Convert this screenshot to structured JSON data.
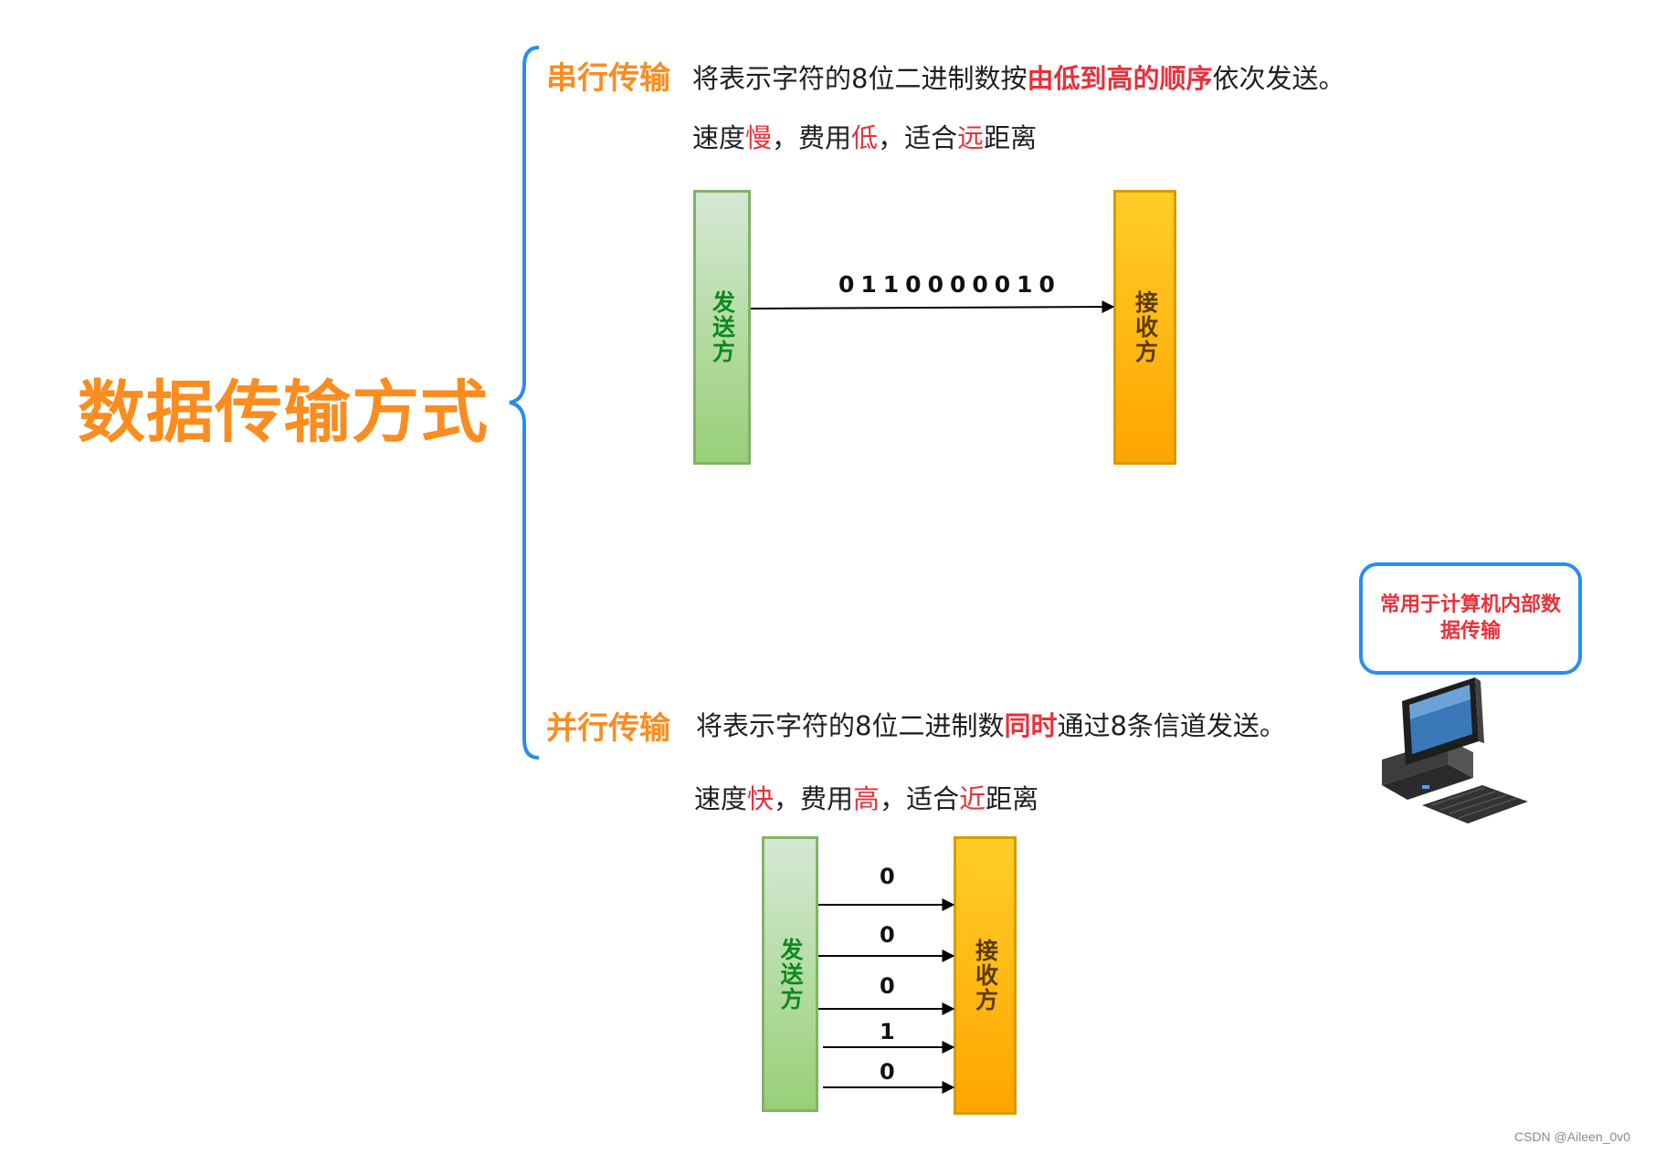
{
  "title": "数据传输方式",
  "serial": {
    "title": "串行传输",
    "desc_a": "将表示字符的8位二进制数按",
    "desc_hl": "由低到高的顺序",
    "desc_b": "依次发送。",
    "props": [
      "速度",
      "慢",
      "，费用",
      "低",
      "，适合",
      "远",
      "距离"
    ],
    "sender": "发送方",
    "receiver": "接收方",
    "bits": "0110000010"
  },
  "parallel": {
    "title": "并行传输",
    "desc_a": "将表示字符的8位二进制数",
    "desc_hl": "同时",
    "desc_b": "通过8条信道发送。",
    "props": [
      "速度",
      "快",
      "，费用",
      "高",
      "，适合",
      "近",
      "距离"
    ],
    "sender": "发送方",
    "receiver": "接收方",
    "bits": [
      "0",
      "0",
      "0",
      "1",
      "0"
    ]
  },
  "note": "常用于计算机内部数据传输",
  "credit": "CSDN @Aileen_0v0",
  "colors": {
    "orange": "#fb8c1f",
    "red": "#e8313a",
    "blue_brace": "#2a8cf0",
    "sender_stroke": "#82b366",
    "receiver_stroke": "#d79b00"
  },
  "icons": [
    "curly-brace-icon",
    "computer-icon",
    "arrow-right-icon"
  ]
}
